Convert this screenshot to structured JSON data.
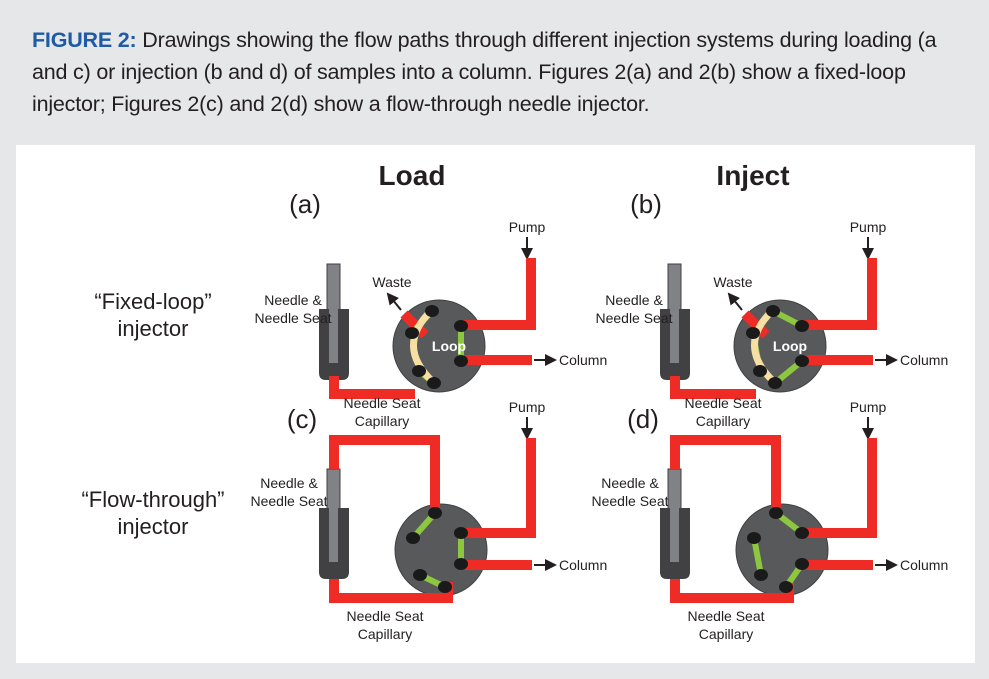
{
  "caption": {
    "label": "FIGURE 2:",
    "text": " Drawings showing the flow paths through different injection systems during loading (a and c) or injection (b and d) of samples into a column. Figures 2(a) and 2(b) show a fixed-loop injector; Figures 2(c) and 2(d) show a flow-through needle injector."
  },
  "columns": {
    "load": "Load",
    "inject": "Inject"
  },
  "rows": {
    "fixed": {
      "line1": "“Fixed-loop”",
      "line2": "injector"
    },
    "flow": {
      "line1": "“Flow-through”",
      "line2": "injector"
    }
  },
  "panels": {
    "a": {
      "tag": "(a)"
    },
    "b": {
      "tag": "(b)"
    },
    "c": {
      "tag": "(c)"
    },
    "d": {
      "tag": "(d)"
    }
  },
  "labels": {
    "pump": "Pump",
    "waste": "Waste",
    "column": "Column",
    "needle_line1": "Needle &",
    "needle_line2": "Needle Seat",
    "capillary_line1": "Needle Seat",
    "capillary_line2": "Capillary",
    "loop": "Loop"
  },
  "colors": {
    "caption_label": "#1f5aa6",
    "tubing": "#ee2b24",
    "valve_body": "#58595b",
    "port": "#1a1a1a",
    "channel": "#8dc63f",
    "loop": "#f6dfa2",
    "frame": "#e6e7e8"
  }
}
